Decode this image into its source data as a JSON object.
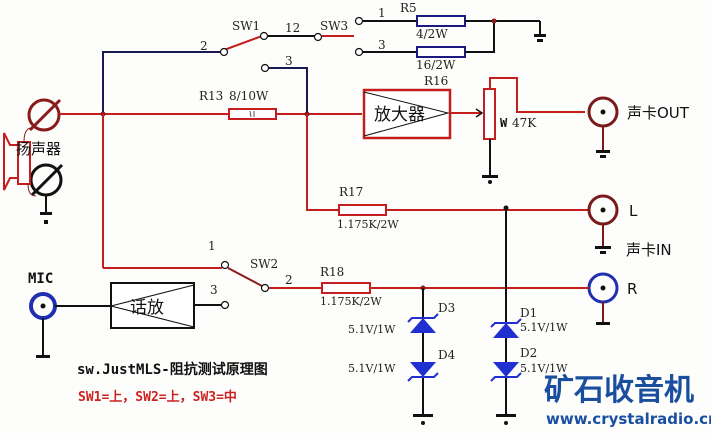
{
  "title": "sw.JustMLS-阻抗测试原理图",
  "switch_settings": "SW1=上，SW2=上，SW3=中",
  "colors": {
    "signal_wire": "#c41e1e",
    "ground_wire": "#1a1a50",
    "diode": "#1f2fd0",
    "jack_red": "#7a1a1a",
    "jack_blue": "#1f2fb0",
    "logo": "#1a4fa0"
  },
  "switches": {
    "sw1": {
      "name": "SW1",
      "pin_common": "2",
      "pin_a": "12",
      "pin_b": "3"
    },
    "sw2": {
      "name": "SW2",
      "pin_a": "1",
      "pin_common": "2",
      "pin_b": "3"
    },
    "sw3": {
      "name": "SW3",
      "pin_a": "1",
      "pin_b": "3"
    }
  },
  "resistors": {
    "r5": {
      "name": "R5",
      "value": "4/2W"
    },
    "r5b": {
      "value": "16/2W"
    },
    "r13": {
      "name": "R13",
      "value": "8/10W"
    },
    "r16": {
      "name": "R16",
      "value": "47K",
      "wiper": "W"
    },
    "r17": {
      "name": "R17",
      "value": "1.175K/2W"
    },
    "r18": {
      "name": "R18",
      "value": "1.175K/2W"
    }
  },
  "blocks": {
    "amplifier": "放大器",
    "mic_amp": "话放",
    "speaker": "扬声器"
  },
  "diodes": [
    {
      "name": "D3",
      "value": "5.1V/1W"
    },
    {
      "name": "D4",
      "value": "5.1V/1W"
    },
    {
      "name": "D1",
      "value": "5.1V/1W"
    },
    {
      "name": "D2",
      "value": "5.1V/1W"
    }
  ],
  "connectors": {
    "out": "声卡OUT",
    "in_l": "L",
    "in_label": "声卡IN",
    "in_r": "R",
    "mic": "MIC"
  },
  "watermark": {
    "cn": "矿石收音机",
    "url": "www.crystalradio.cn"
  }
}
